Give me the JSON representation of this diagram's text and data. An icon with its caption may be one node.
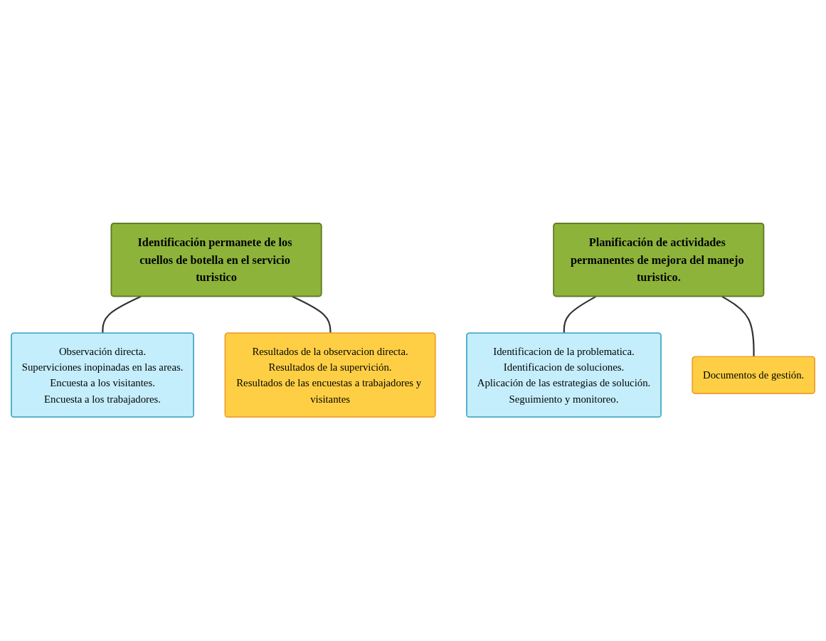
{
  "diagram": {
    "nodes": [
      {
        "text": [
          "Identificación permanete de los cuellos de botella en el servicio turistico"
        ]
      },
      {
        "text": [
          "Observación directa.",
          "Superviciones inopinadas en las areas.",
          "Encuesta a los visitantes.",
          "Encuesta a los trabajadores."
        ]
      },
      {
        "text": [
          "Resultados de la observacion directa.",
          "Resultados de la supervición.",
          "Resultados de las encuestas a trabajadores y visitantes"
        ]
      },
      {
        "text": [
          "Planificación de actividades permanentes de mejora del manejo turistico."
        ]
      },
      {
        "text": [
          "Identificacion de la problematica.",
          "Identificacion de soluciones.",
          "Aplicación de las estrategias de solución.",
          "Seguimiento y monitoreo."
        ]
      },
      {
        "text": [
          "Documentos de gestión."
        ]
      }
    ],
    "edges": [
      {
        "from": 0,
        "to": 1,
        "arrow": "none"
      },
      {
        "from": 0,
        "to": 2,
        "arrow": "none"
      },
      {
        "from": 3,
        "to": 4,
        "arrow": "none"
      },
      {
        "from": 3,
        "to": 5,
        "arrow": "none"
      }
    ]
  }
}
